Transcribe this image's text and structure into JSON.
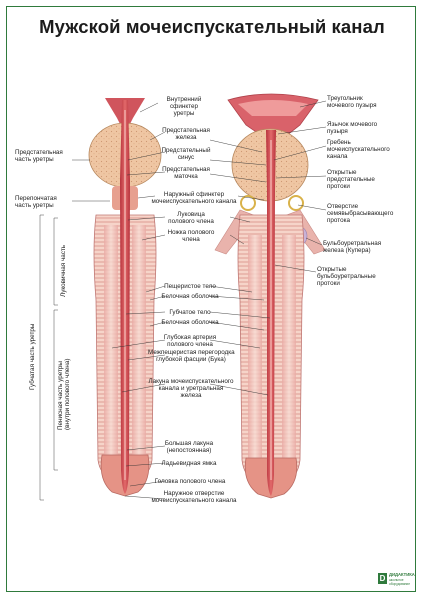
{
  "title": "Мужской мочеиспускательный канал",
  "left_labels": {
    "prostatic_1": "Предстательная",
    "prostatic_2": "часть уретры",
    "membranous_1": "Перепончатая",
    "membranous_2": "часть уретры",
    "bulbous": "Луковичная часть",
    "spongy": "Губчатая часть уретры",
    "penile_1": "Пенисная часть уретры",
    "penile_2": "(внутри полового члена)"
  },
  "center_labels": {
    "internal_sphincter": [
      "Внутренний",
      "сфинктер",
      "уретры"
    ],
    "prostate_gland": [
      "Предстательная",
      "железа"
    ],
    "prostatic_sinus": [
      "Предстательный",
      "синус"
    ],
    "prostatic_utricle": [
      "Предстательная",
      "маточка"
    ],
    "external_sphincter": [
      "Наружный сфинктер",
      "мочеиспускательного канала"
    ],
    "bulb_of_penis": [
      "Луковица",
      "полового члена"
    ],
    "crus_of_penis": [
      "Ножка полового",
      "члена"
    ],
    "corpus_cavernosum": [
      "Пещеристое тело"
    ],
    "tunica_albuginea_1": [
      "Белочная оболочка"
    ],
    "corpus_spongiosum": [
      "Губчатое тело"
    ],
    "tunica_albuginea_2": [
      "Белочная оболочка"
    ],
    "deep_artery": [
      "Глубокая артерия",
      "полового члена"
    ],
    "septum": [
      "Межпещеристая перегородка",
      "глубокой фасции (Бука)"
    ],
    "lacuna": [
      "Лакуна мочеиспускательного",
      "канала и уретральная",
      "железа"
    ],
    "great_lacuna": [
      "Большая лакуна",
      "(непостоянная)"
    ],
    "navicular_fossa": [
      "Ладьевидная ямка"
    ],
    "glans": [
      "Головка полового члена"
    ],
    "external_orifice": [
      "Наружное отверстие",
      "мочеиспускательного  канала"
    ]
  },
  "right_labels": {
    "trigone": [
      "Треугольник",
      "мочевого пузыря"
    ],
    "uvula": [
      "Язычок мочевого",
      "пузыря"
    ],
    "crest": [
      "Гребень",
      "мочеиспускательного",
      "канала"
    ],
    "prostatic_ducts": [
      "Открытые",
      "предстательные",
      "протоки"
    ],
    "ejaculatory_opening": [
      "Отверстие",
      "семявыбрасывающего",
      "протока"
    ],
    "bulbourethral_gland": [
      "Бульбоуретральная",
      "железа (Купера)"
    ],
    "bulbourethral_ducts": [
      "Открытые",
      "бульбоуретральные",
      "протоки"
    ]
  },
  "logo": {
    "name": "ДИДАКТИКА",
    "sub": "школьное оборудование"
  },
  "colors": {
    "urethra": "#c8414a",
    "urethra_light": "#e8a2a2",
    "tissue": "#f4ccc0",
    "prostate": "#eec9a6",
    "striation": "#c97b78",
    "frame": "#2f7a3c"
  }
}
